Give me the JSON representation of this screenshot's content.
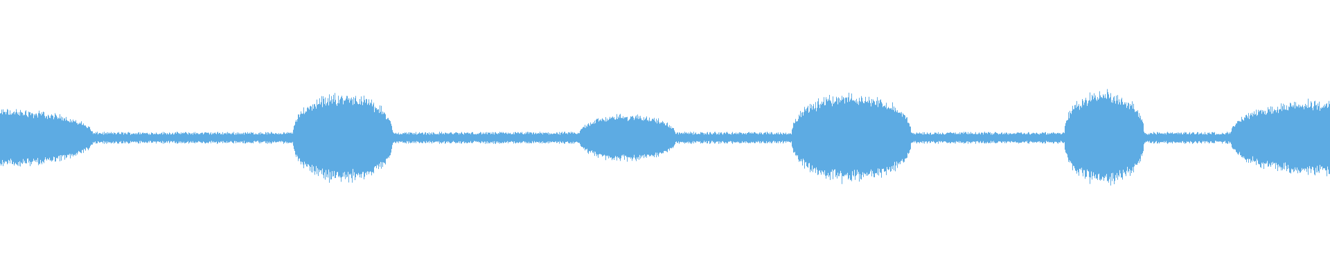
{
  "waveform": {
    "color": "#5dabe3",
    "background": "#ffffff",
    "baseline_amplitude": 0.045,
    "segments": [
      {
        "start": 0.0,
        "end": 0.07,
        "peak": 0.22
      },
      {
        "start": 0.22,
        "end": 0.295,
        "peak": 0.34
      },
      {
        "start": 0.435,
        "end": 0.508,
        "peak": 0.18
      },
      {
        "start": 0.595,
        "end": 0.685,
        "peak": 0.34
      },
      {
        "start": 0.8,
        "end": 0.86,
        "peak": 0.36
      },
      {
        "start": 0.925,
        "end": 1.0,
        "peak": 0.29
      }
    ]
  }
}
